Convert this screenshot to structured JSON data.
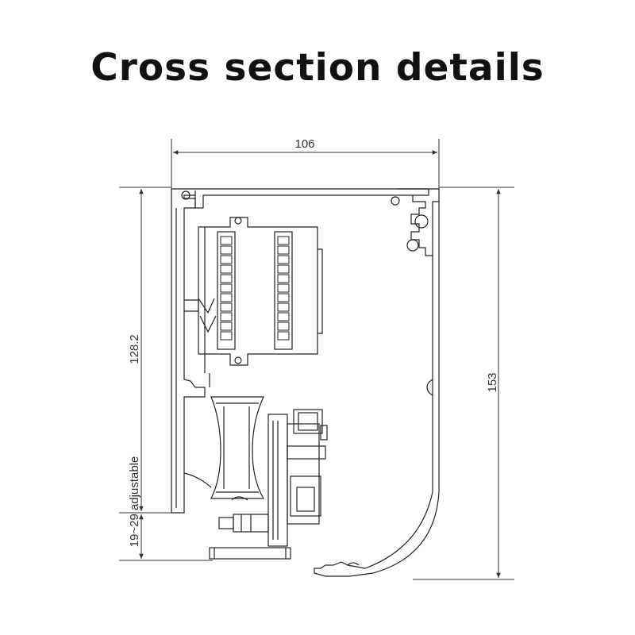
{
  "title": "Cross section details",
  "dimensions": {
    "width": "106",
    "height_total": "153",
    "height_upper": "128.2",
    "adjustable": "19~29 adjustable"
  }
}
